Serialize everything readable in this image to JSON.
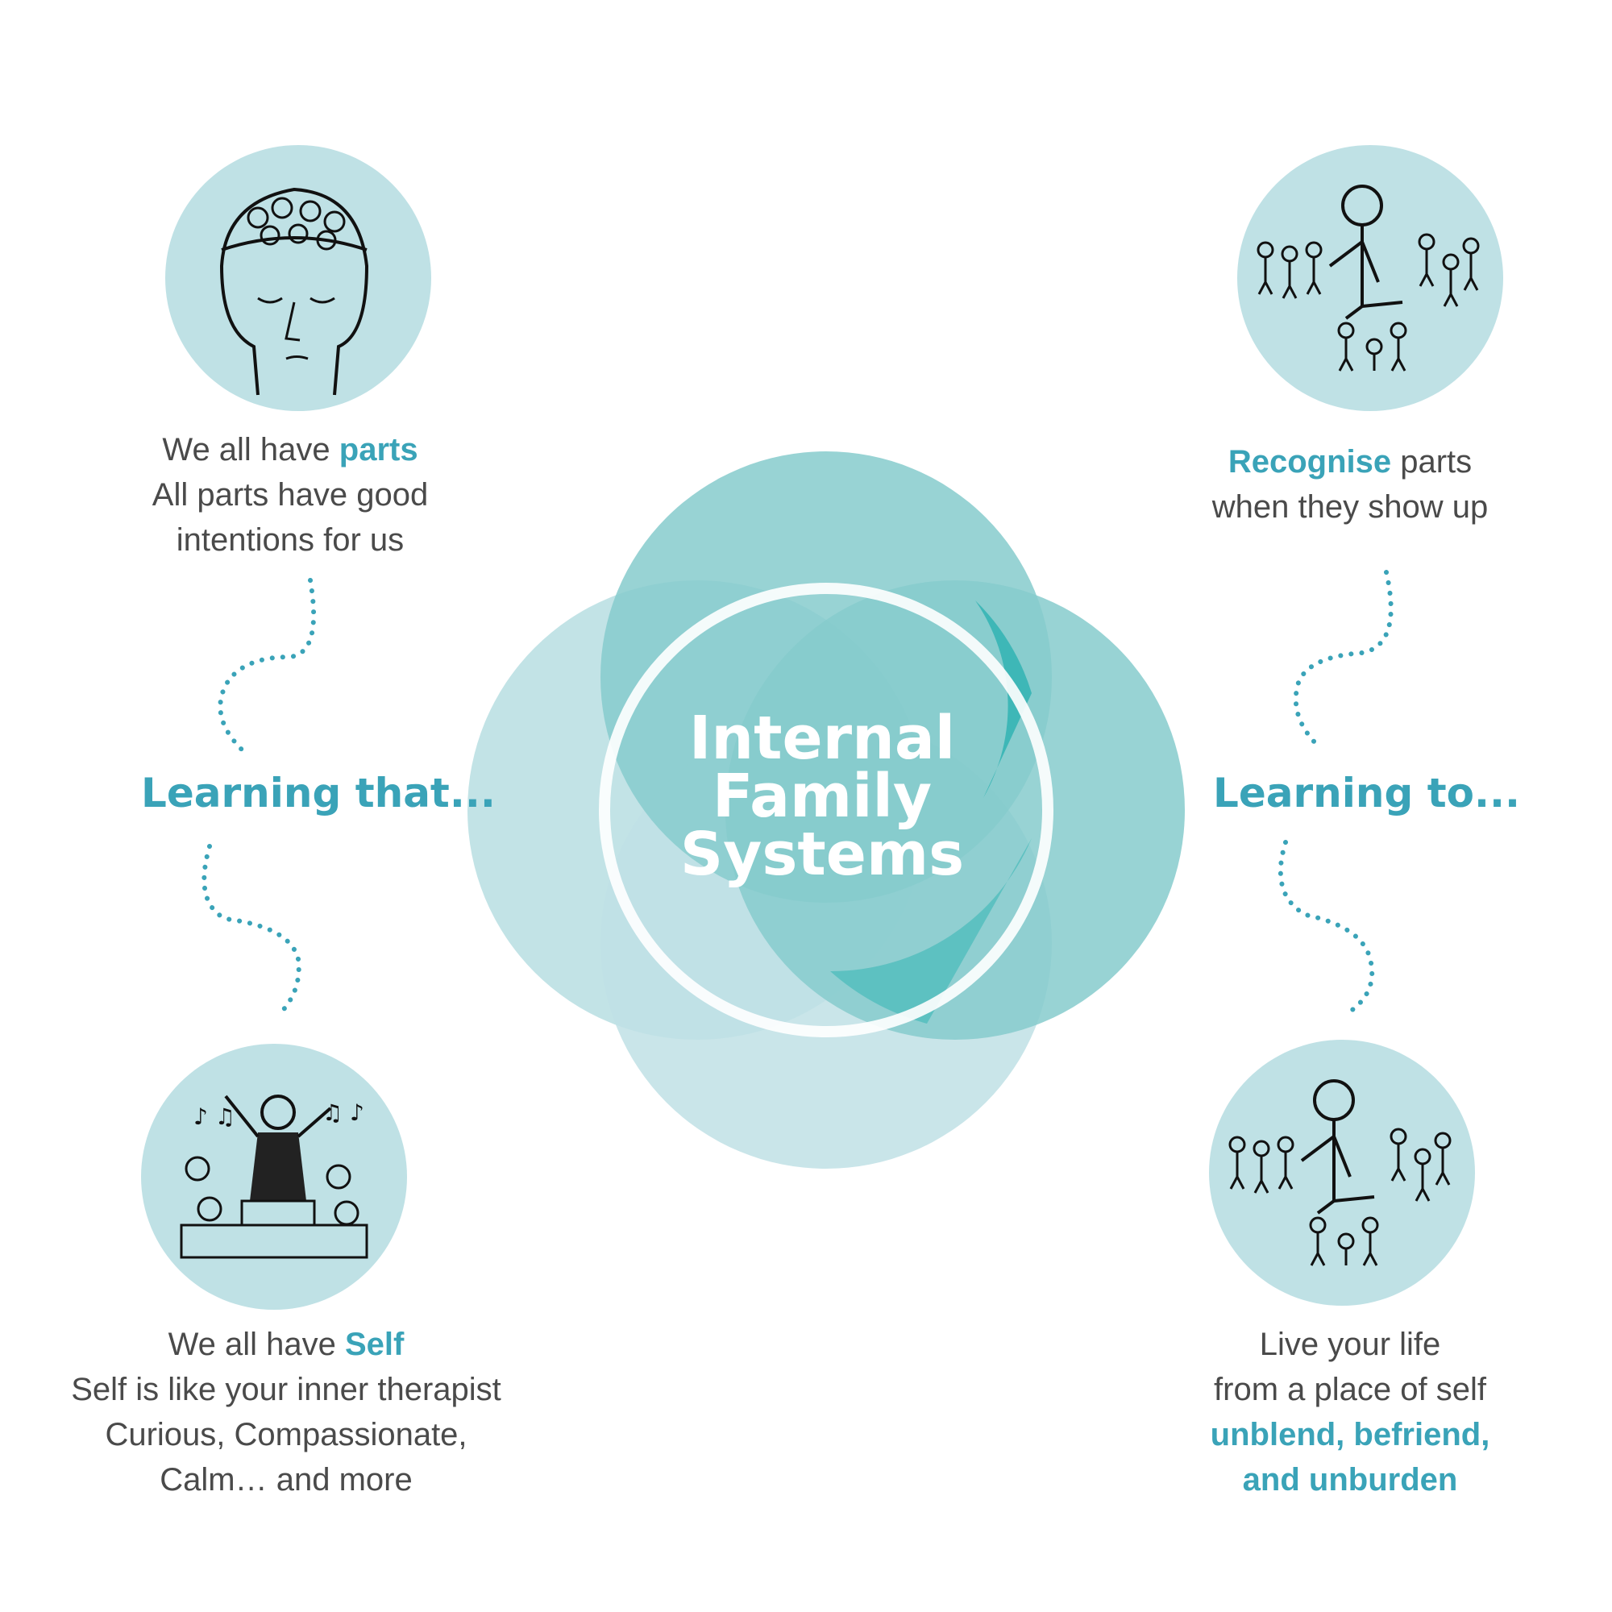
{
  "colors": {
    "accent": "#3aa3b8",
    "petal_light": "#bfe1e5",
    "petal_mid": "#86cbcc",
    "petal_dark": "#00a6a4",
    "text": "#4a4a4a"
  },
  "center": {
    "title_lines": [
      "Internal",
      "Family",
      "Systems"
    ]
  },
  "left": {
    "heading": "Learning that...",
    "top": {
      "icon": "brain-full-of-faces-icon",
      "l1_prefix": "We all have ",
      "l1_highlight": "parts",
      "l2": "All parts have good",
      "l3": "intentions for us"
    },
    "bottom": {
      "icon": "orchestra-conductor-icon",
      "l1_prefix": "We all have ",
      "l1_highlight": "Self",
      "l2": "Self is like your inner therapist",
      "l3": "Curious, Compassionate,",
      "l4": "Calm… and more"
    }
  },
  "right": {
    "heading": "Learning to...",
    "top": {
      "icon": "stick-figure-group-icon",
      "l1_highlight": "Recognise",
      "l1_suffix": " parts",
      "l2": "when they show up"
    },
    "bottom": {
      "icon": "stick-figure-group-icon",
      "l1": "Live your life",
      "l2": "from a place of self",
      "l3": "unblend, befriend,",
      "l4": "and unburden"
    }
  }
}
